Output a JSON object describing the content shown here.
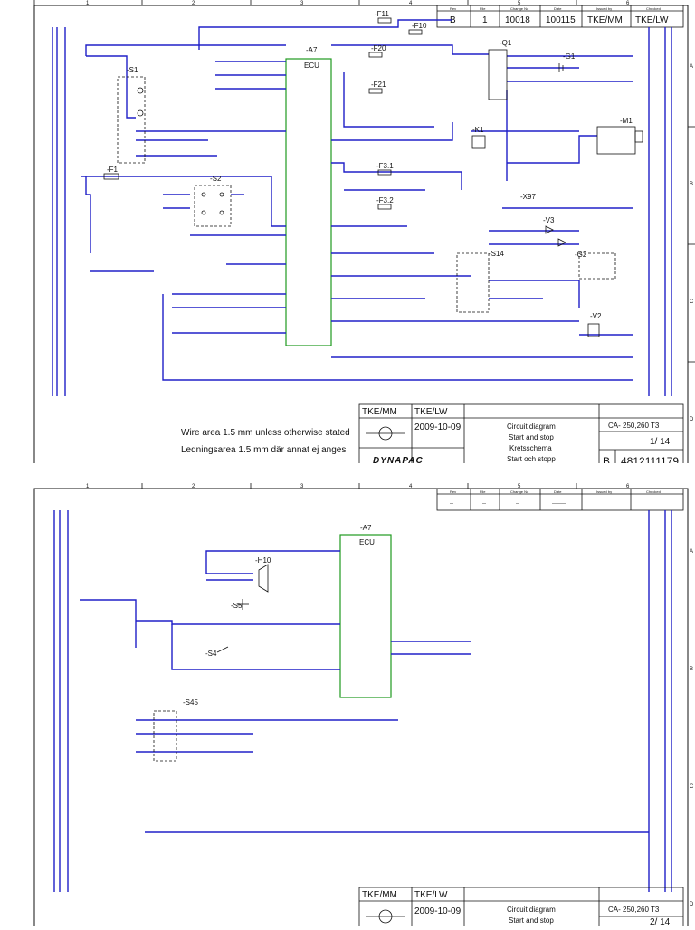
{
  "sheet1": {
    "grid_columns": [
      "1",
      "2",
      "3",
      "4",
      "5",
      "6"
    ],
    "grid_rows": [
      "A",
      "B",
      "C",
      "D"
    ],
    "revision": {
      "headers": [
        "Rev",
        "File",
        "Change No",
        "Date",
        "Issued by",
        "Checked"
      ],
      "values": [
        "B",
        "1",
        "10018",
        "100115",
        "TKE/MM",
        "TKE/LW"
      ]
    },
    "ecu_ref": "-A7",
    "ecu_label": "ECU",
    "components": [
      "-S1",
      "-F1",
      "-S2",
      "-F11",
      "-F10",
      "-F20",
      "-F21",
      "-Q1",
      "-G1",
      "-K1",
      "-M1",
      "-F3.1",
      "-F3.2",
      "-X97",
      "-V3",
      "-G2",
      "-S14",
      "-V2"
    ],
    "wire_note_en": "Wire area 1.5 mm unless otherwise stated",
    "wire_note_sv": "Ledningsarea 1.5 mm där annat ej anges",
    "title_block": {
      "drawn": "TKE/MM",
      "checked": "TKE/LW",
      "date": "2009-10-09",
      "title_en_1": "Circuit diagram",
      "title_en_2": "Start and stop",
      "title_sv_1": "Kretsschema",
      "title_sv_2": "Start och stopp",
      "model": "CA- 250,260  T3",
      "sheet": "1/ 14",
      "rev": "B",
      "doc_no": "4812111179",
      "brand": "DYNAPAC"
    }
  },
  "sheet2": {
    "grid_columns": [
      "1",
      "2",
      "3",
      "4",
      "5",
      "6"
    ],
    "grid_rows": [
      "A",
      "B",
      "C",
      "D"
    ],
    "revision": {
      "headers": [
        "Rev",
        "File",
        "Change No",
        "Date",
        "Issued by",
        "Checked"
      ],
      "values": [
        "--",
        "--",
        "--",
        "--------",
        "",
        ""
      ]
    },
    "ecu_ref": "-A7",
    "ecu_label": "ECU",
    "components": [
      "-H10",
      "-S5",
      "-S4",
      "-S45"
    ],
    "title_block": {
      "drawn": "TKE/MM",
      "checked": "TKE/LW",
      "date": "2009-10-09",
      "title_en_1": "Circuit diagram",
      "title_en_2": "Start and stop",
      "model": "CA- 250,260  T3",
      "sheet": "2/ 14"
    }
  },
  "colors": {
    "wire": "#2020c8",
    "ecu_box": "#1f9a1f",
    "label_green": "#1f9a1f",
    "marker": "#f2b400"
  }
}
